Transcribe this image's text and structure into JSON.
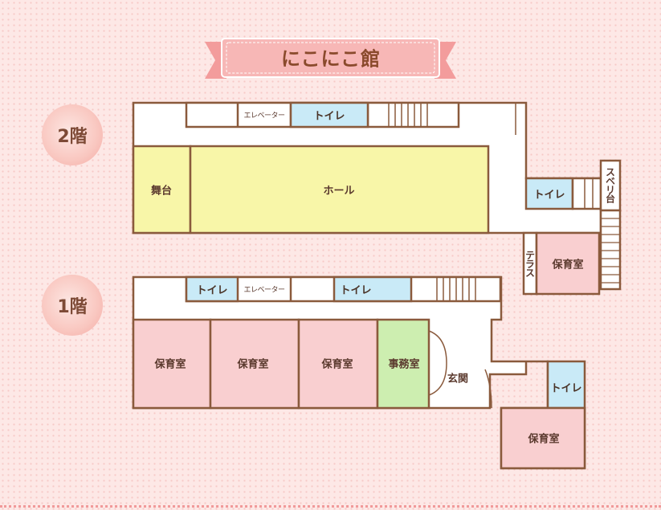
{
  "title": "にこにこ館",
  "floors": {
    "second": {
      "badge": "2階",
      "rooms": {
        "elevator": "エレベーター",
        "toilet_top": "トイレ",
        "stage": "舞台",
        "hall": "ホール",
        "toilet_right": "トイレ",
        "slide": "スベリ台",
        "terrace": "テラス",
        "nursery": "保育室"
      }
    },
    "first": {
      "badge": "1階",
      "rooms": {
        "toilet_left": "トイレ",
        "elevator": "エレベーター",
        "toilet_mid": "トイレ",
        "nursery_1": "保育室",
        "nursery_2": "保育室",
        "nursery_3": "保育室",
        "office": "事務室",
        "entrance": "玄関",
        "toilet_right": "トイレ",
        "nursery_4": "保育室"
      }
    }
  },
  "colors": {
    "wall": "#8a5a3c",
    "floor": "#ffffff",
    "nursery": "#f9cfd0",
    "hall": "#f8f6a8",
    "office": "#cdeeb0",
    "toilet": "#c9eaf7",
    "ribbon": "#f7b7b6"
  }
}
